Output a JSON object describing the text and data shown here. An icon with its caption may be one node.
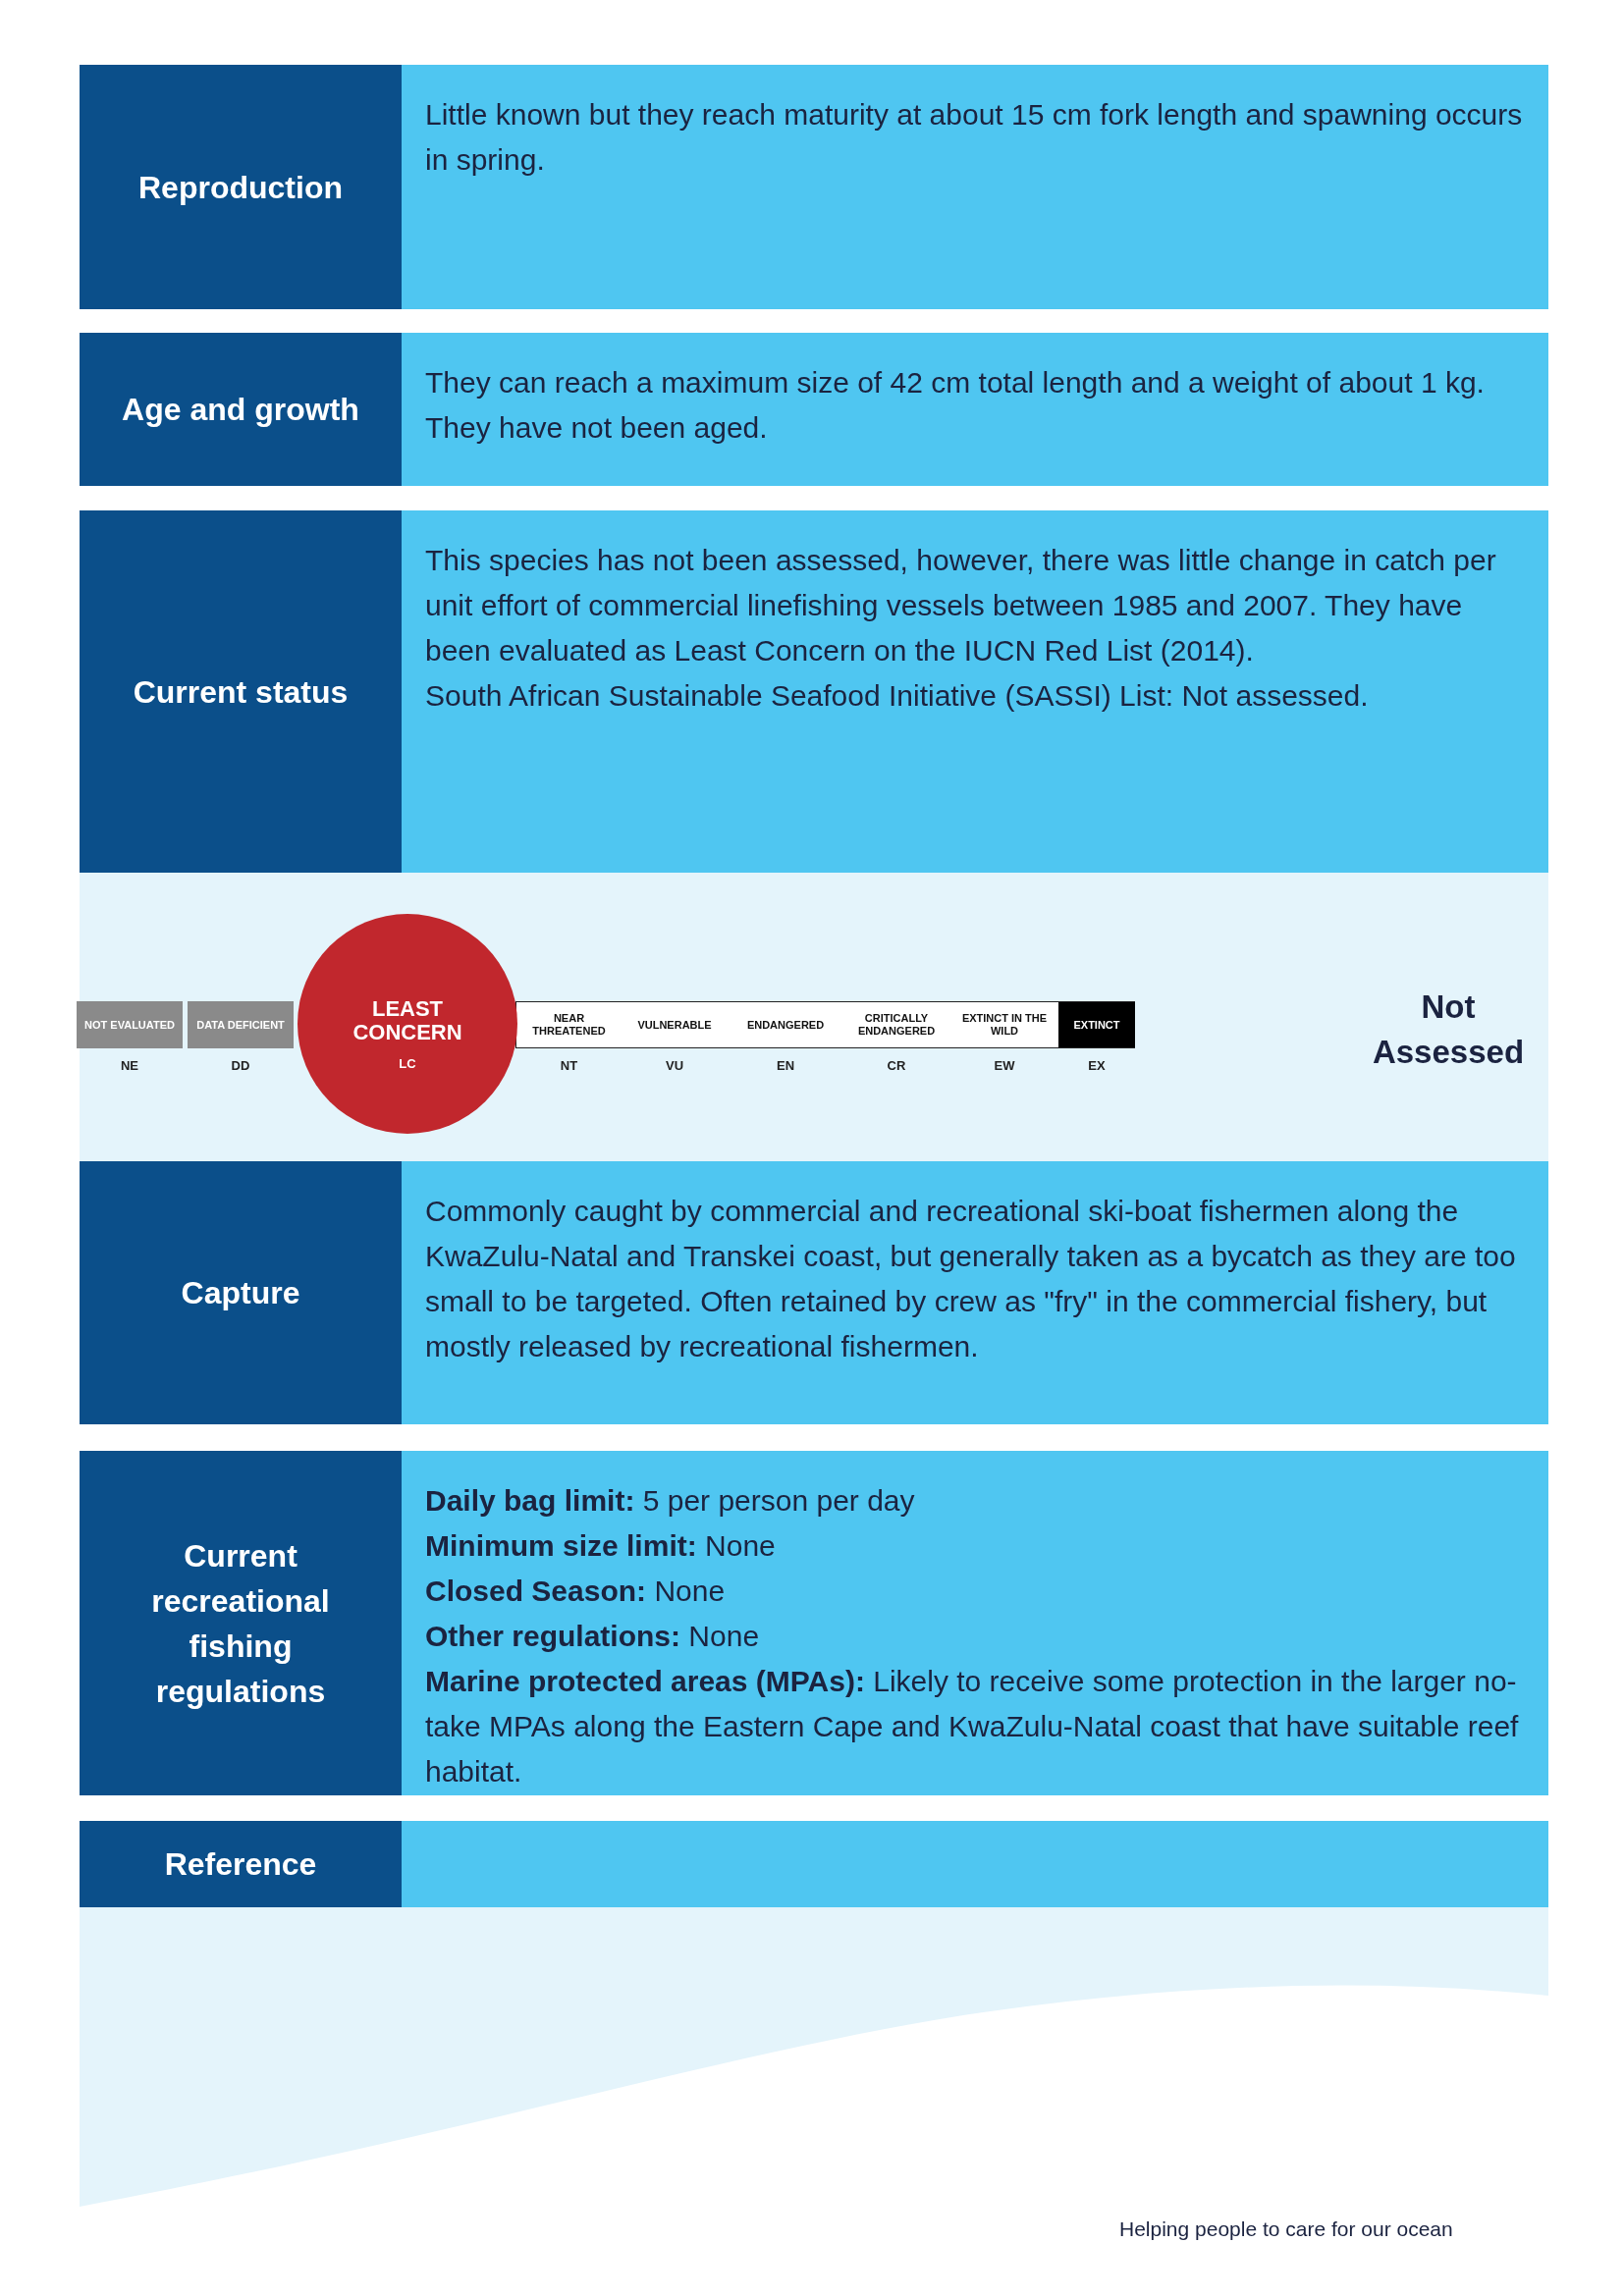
{
  "diagram": {
    "nodes": [
      {
        "text": [
          "Reproduction",
          "Little known but they reach maturity at about 15 cm fork length and spawning occurs in spring."
        ]
      },
      {
        "text": [
          "Age and growth",
          "They can reach a maximum size of 42 cm total length and a weight of about 1 kg. They have not been aged."
        ]
      },
      {
        "text": [
          "Current status",
          "This species has not been assessed, however, there was little change in catch per unit effort of commercial linefishing vessels between 1985 and 2007. They have been evaluated as Least Concern on the IUCN Red List (2014).",
          "South African Sustainable Seafood Initiative (SASSI) List: Not assessed."
        ]
      },
      {
        "text": [
          "NOT EVALUATED"
        ],
        "beside": [
          "NE"
        ]
      },
      {
        "text": [
          "DATA DEFICIENT"
        ],
        "beside": [
          "DD"
        ]
      },
      {
        "text": [
          "LEAST CONCERN",
          "LC"
        ]
      },
      {
        "text": [
          "NEAR THREATENED"
        ],
        "beside": [
          "NT"
        ]
      },
      {
        "text": [
          "VULNERABLE"
        ],
        "beside": [
          "VU"
        ]
      },
      {
        "text": [
          "ENDANGERED"
        ],
        "beside": [
          "EN"
        ]
      },
      {
        "text": [
          "CRITICALLY ENDANGERED"
        ],
        "beside": [
          "CR"
        ]
      },
      {
        "text": [
          "EXTINCT IN THE WILD"
        ],
        "beside": [
          "EW"
        ]
      },
      {
        "text": [
          "EXTINCT"
        ],
        "beside": [
          "EX"
        ]
      },
      {
        "text": [
          "Capture",
          "Commonly caught by commercial and recreational ski-boat fishermen along the KwaZulu-Natal and Transkei coast, but generally taken as a bycatch as they are too small to be targeted. Often retained by crew as \"fry\" in the commercial fishery, but mostly released by recreational fishermen."
        ]
      },
      {
        "text": [
          "Current recreational fishing regulations",
          "**Daily bag limit:** 5 per person per day",
          "**Minimum size limit:** None",
          "**Closed Season:** None",
          "**Other regulations:** None",
          "**Marine protected areas (MPAs):** Likely to receive some protection in the larger no-take MPAs along the Eastern Cape and KwaZulu-Natal coast that have suitable reef habitat."
        ]
      },
      {
        "text": [
          "Reference"
        ]
      }
    ],
    "labels": [
      "Not Assessed",
      "Helping people to care for our ocean"
    ]
  }
}
